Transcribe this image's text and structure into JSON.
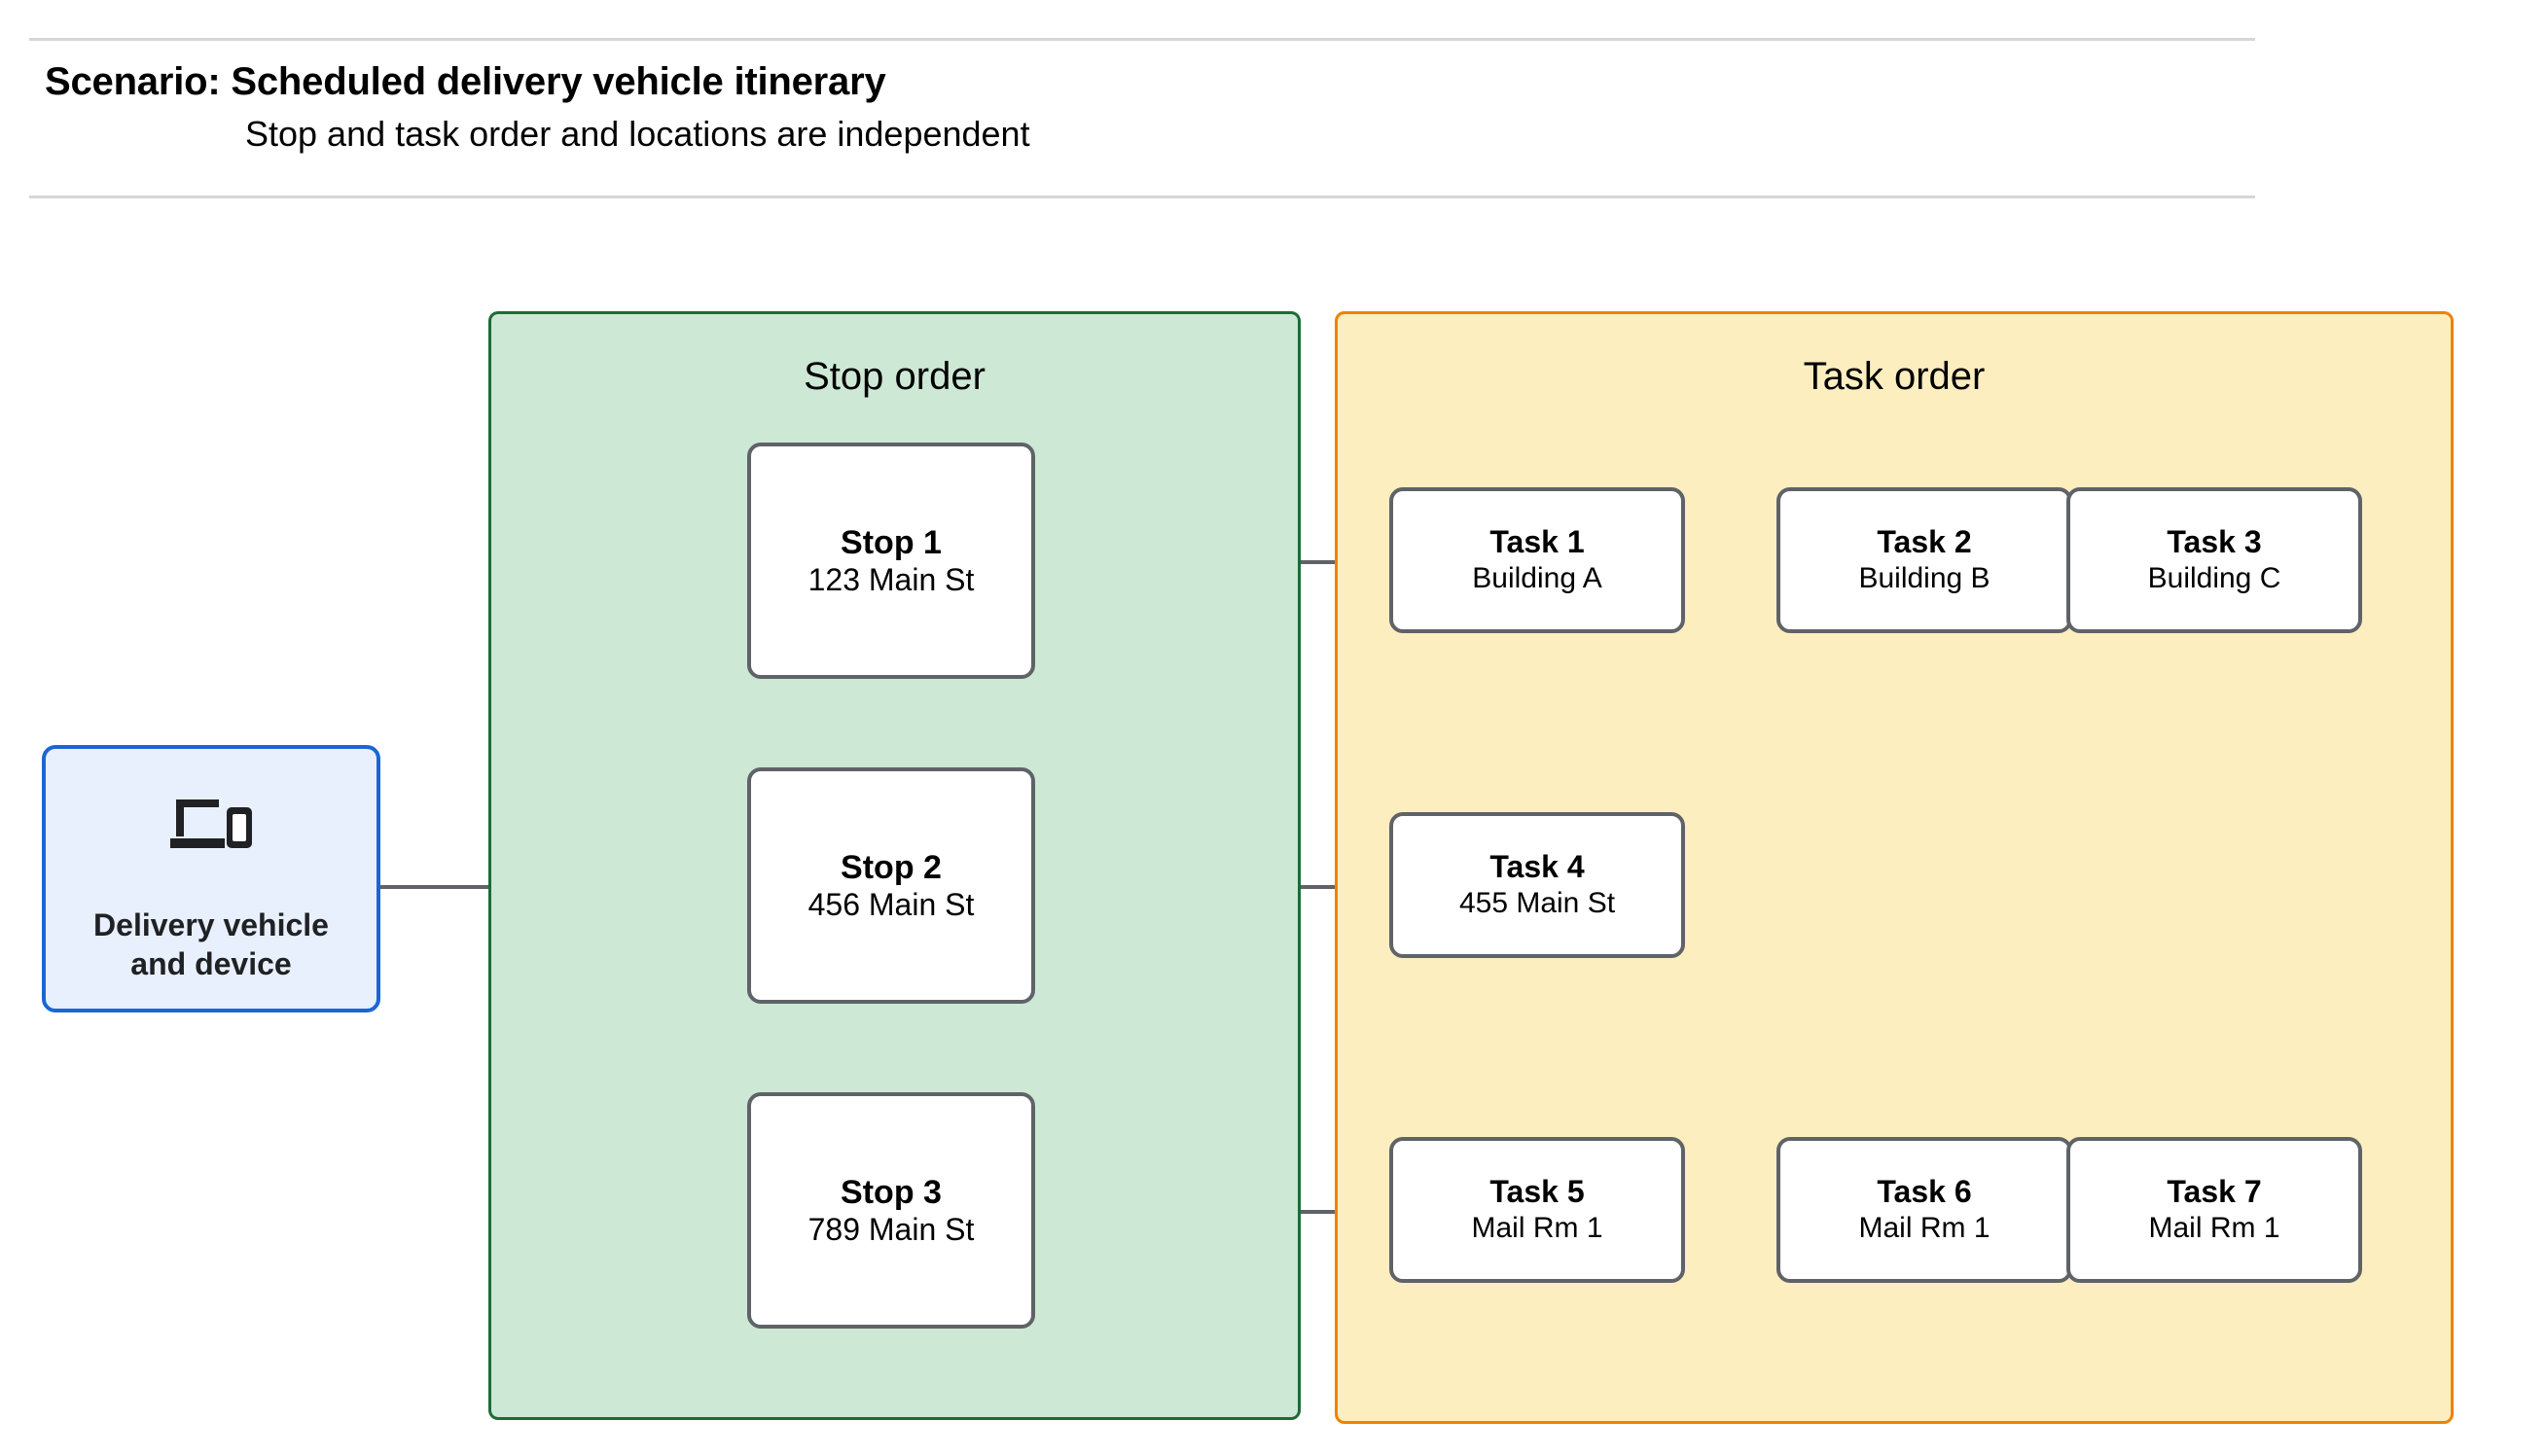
{
  "header": {
    "title": "Scenario: Scheduled delivery vehicle itinerary",
    "subtitle": "Stop and task order and locations are independent"
  },
  "vehicle": {
    "label": "Delivery vehicle\nand device",
    "icon": "devices-icon"
  },
  "panels": {
    "stop": {
      "title": "Stop order",
      "fill": "#cde8d5",
      "border": "#1d6b37"
    },
    "task": {
      "title": "Task order",
      "fill": "#fdeec0",
      "border": "#ef8200"
    }
  },
  "stops": [
    {
      "title": "Stop 1",
      "location": "123 Main St"
    },
    {
      "title": "Stop 2",
      "location": "456 Main St"
    },
    {
      "title": "Stop 3",
      "location": "789 Main St"
    }
  ],
  "task_rows": [
    [
      {
        "title": "Task 1",
        "location": "Building A"
      },
      {
        "title": "Task 2",
        "location": "Building B"
      },
      {
        "title": "Task 3",
        "location": "Building C"
      }
    ],
    [
      {
        "title": "Task 4",
        "location": "455 Main St"
      }
    ],
    [
      {
        "title": "Task 5",
        "location": "Mail Rm 1"
      },
      {
        "title": "Task 6",
        "location": "Mail Rm 1"
      },
      {
        "title": "Task 7",
        "location": "Mail Rm 1"
      }
    ]
  ],
  "colors": {
    "card_border": "#5f6368",
    "connector": "#5f6368",
    "vehicle_border": "#1967d2",
    "vehicle_fill": "#e8f0fe",
    "rule": "#d6d6d6"
  }
}
